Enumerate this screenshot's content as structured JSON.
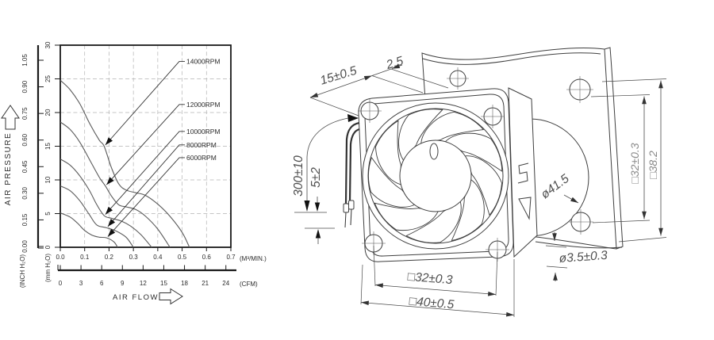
{
  "chart_data": {
    "type": "line",
    "title": "",
    "grid": "dashed",
    "x_axis": {
      "label": "AIR FLOW",
      "primary_unit": "(M³/MIN.)",
      "primary_ticks": [
        "0.0",
        "0.1",
        "0.2",
        "0.3",
        "0.4",
        "0.5",
        "0.6",
        "0.7"
      ],
      "secondary_unit": "(CFM)",
      "secondary_ticks": [
        "0",
        "3",
        "6",
        "9",
        "12",
        "15",
        "18",
        "21",
        "24"
      ],
      "xlim": [
        0,
        0.7
      ]
    },
    "y_axis": {
      "label": "AIR PRESSURE",
      "primary_unit": "(mm H₂O)",
      "primary_ticks": [
        "0",
        "5",
        "10",
        "15",
        "20",
        "25",
        "30"
      ],
      "secondary_unit": "(INCH H₂O)",
      "secondary_ticks": [
        "0.00",
        "0.15",
        "0.30",
        "0.45",
        "0.60",
        "0.75",
        "0.90",
        "1.05"
      ],
      "ylim": [
        0,
        30
      ]
    },
    "series": [
      {
        "name": "14000RPM",
        "label_y": 27.6,
        "arrow_at": [
          0.18,
          15.0
        ],
        "points": [
          [
            0,
            24.8
          ],
          [
            0.04,
            23.4
          ],
          [
            0.08,
            21.3
          ],
          [
            0.12,
            18.4
          ],
          [
            0.16,
            15.9
          ],
          [
            0.18,
            15.0
          ],
          [
            0.21,
            11.8
          ],
          [
            0.24,
            9.4
          ],
          [
            0.27,
            8.5
          ],
          [
            0.31,
            8.1
          ],
          [
            0.35,
            7.7
          ],
          [
            0.4,
            6.4
          ],
          [
            0.45,
            4.6
          ],
          [
            0.5,
            2.2
          ],
          [
            0.53,
            0
          ]
        ]
      },
      {
        "name": "12000RPM",
        "label_y": 21.2,
        "arrow_at": [
          0.185,
          9.1
        ],
        "points": [
          [
            0,
            18.6
          ],
          [
            0.04,
            17.5
          ],
          [
            0.08,
            15.6
          ],
          [
            0.12,
            13.0
          ],
          [
            0.16,
            10.4
          ],
          [
            0.185,
            9.1
          ],
          [
            0.21,
            7.6
          ],
          [
            0.24,
            6.3
          ],
          [
            0.27,
            6.0
          ],
          [
            0.31,
            5.6
          ],
          [
            0.35,
            4.6
          ],
          [
            0.4,
            2.7
          ],
          [
            0.45,
            0
          ]
        ]
      },
      {
        "name": "10000RPM",
        "label_y": 17.2,
        "arrow_at": [
          0.18,
          4.7
        ],
        "points": [
          [
            0,
            13.1
          ],
          [
            0.04,
            12.2
          ],
          [
            0.08,
            10.6
          ],
          [
            0.12,
            8.4
          ],
          [
            0.15,
            6.3
          ],
          [
            0.18,
            4.7
          ],
          [
            0.21,
            4.3
          ],
          [
            0.25,
            3.9
          ],
          [
            0.29,
            3.1
          ],
          [
            0.33,
            1.9
          ],
          [
            0.375,
            0
          ]
        ]
      },
      {
        "name": "8000RPM",
        "label_y": 15.2,
        "arrow_at": [
          0.19,
          2.9
        ],
        "points": [
          [
            0,
            9.1
          ],
          [
            0.04,
            8.4
          ],
          [
            0.08,
            6.9
          ],
          [
            0.12,
            4.8
          ],
          [
            0.15,
            3.3
          ],
          [
            0.19,
            2.9
          ],
          [
            0.23,
            2.4
          ],
          [
            0.27,
            1.5
          ],
          [
            0.3,
            0
          ]
        ]
      },
      {
        "name": "6000RPM",
        "label_y": 13.3,
        "arrow_at": [
          0.19,
          1.4
        ],
        "points": [
          [
            0,
            5.1
          ],
          [
            0.04,
            4.5
          ],
          [
            0.07,
            3.6
          ],
          [
            0.1,
            2.5
          ],
          [
            0.13,
            1.8
          ],
          [
            0.16,
            1.5
          ],
          [
            0.19,
            1.4
          ],
          [
            0.22,
            0.8
          ],
          [
            0.235,
            0
          ]
        ]
      }
    ]
  },
  "drawing": {
    "dimensions": {
      "frame_depth": "15±0.5",
      "plate_thickness": "2.5",
      "lead_wire_length": "300±10",
      "strip_length": "5±2",
      "bore_diameter": "ø41.5",
      "plate_hole_pitch": "□32±0.3",
      "plate_height": "□38.2",
      "mounting_hole_diameter": "ø3.5±0.3",
      "mounting_hole_pitch": "□32±0.3",
      "frame_size": "□40±0.5"
    }
  }
}
